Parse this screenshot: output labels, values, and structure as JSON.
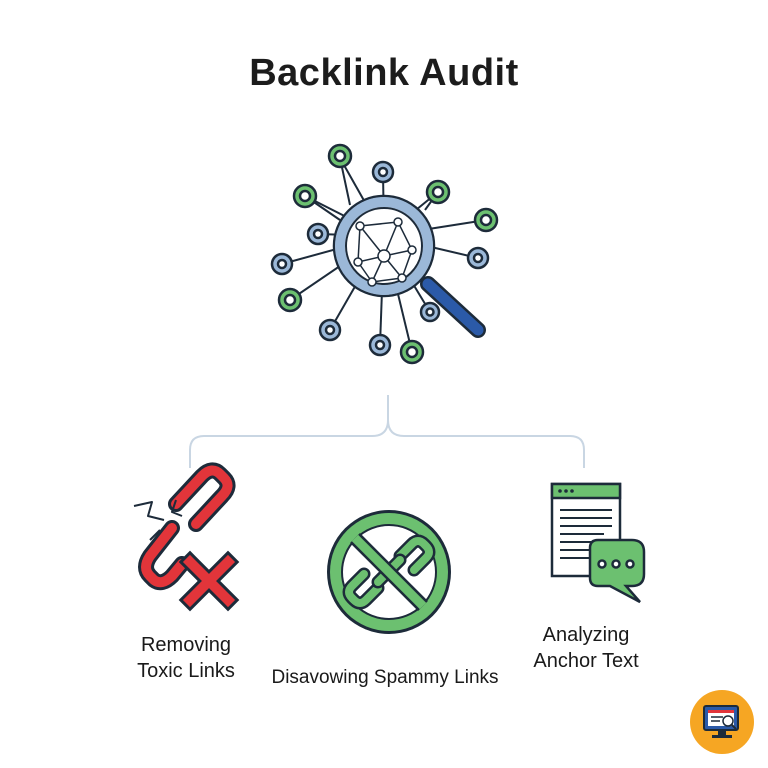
{
  "title": "Backlink Audit",
  "colors": {
    "blue": "#9bb8d8",
    "green": "#6cc070",
    "red": "#e2353a",
    "outline": "#1d2b3a",
    "connector": "#c9d6e3",
    "badge": "#f6a623"
  },
  "branches": [
    {
      "label": "Removing Toxic Links",
      "icon": "broken-link-x-icon"
    },
    {
      "label": "Disavowing Spammy Links",
      "icon": "no-link-icon"
    },
    {
      "label": "Analyzing Anchor Text",
      "icon": "document-chat-icon"
    }
  ],
  "central_icon": "network-magnifier-icon",
  "badge_icon": "computer-monitor-icon"
}
